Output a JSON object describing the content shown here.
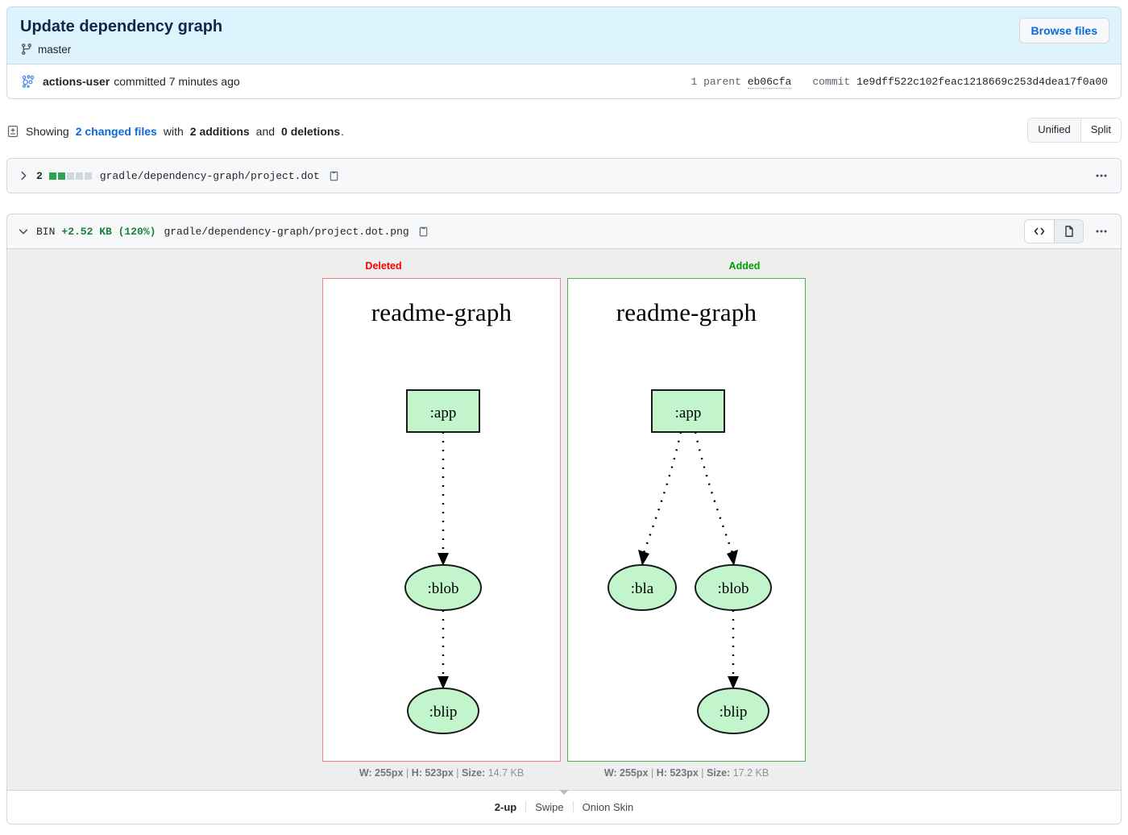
{
  "commit": {
    "title": "Update dependency graph",
    "branch": "master",
    "branch_icon": "git-branch-icon",
    "browse_files_label": "Browse files",
    "author": "actions-user",
    "author_icon": "bot-avatar-icon",
    "committed_text": "committed 7 minutes ago",
    "parent_label": "1 parent",
    "parent_sha": "eb06cfa",
    "commit_label": "commit",
    "commit_sha": "1e9dff522c102feac1218669c253d4dea17f0a00"
  },
  "summary": {
    "icon": "diff-icon",
    "showing": "Showing",
    "changed_files": "2 changed files",
    "with": "with",
    "additions": "2 additions",
    "and": "and",
    "deletions": "0 deletions",
    "period": ".",
    "view_modes": [
      {
        "label": "Unified",
        "active": true
      },
      {
        "label": "Split",
        "active": false
      }
    ]
  },
  "files": [
    {
      "chevron": "chevron-right-icon",
      "count": "2",
      "diffstat": {
        "added_blocks": 2,
        "neutral_blocks": 3
      },
      "path": "gradle/dependency-graph/project.dot",
      "copy_icon": "copy-icon",
      "kebab_icon": "kebab-horizontal-icon"
    },
    {
      "chevron": "chevron-down-icon",
      "bin_label": "BIN",
      "bin_delta": "+2.52 KB (120%)",
      "path": "gradle/dependency-graph/project.dot.png",
      "copy_icon": "copy-icon",
      "kebab_icon": "kebab-horizontal-icon",
      "view_buttons": [
        {
          "icon": "code-icon",
          "active": false
        },
        {
          "icon": "file-icon",
          "active": true
        }
      ]
    }
  ],
  "image_diff": {
    "deleted_label": "Deleted",
    "added_label": "Added",
    "deleted": {
      "graph_title": "readme-graph",
      "nodes": [
        {
          "label": ":app",
          "shape": "box"
        },
        {
          "label": ":blob",
          "shape": "ellipse"
        },
        {
          "label": ":blip",
          "shape": "ellipse"
        }
      ],
      "width": "W: 255px",
      "height": "H: 523px",
      "size_label": "Size:",
      "size": "14.7 KB"
    },
    "added": {
      "graph_title": "readme-graph",
      "nodes": [
        {
          "label": ":app",
          "shape": "box"
        },
        {
          "label": ":bla",
          "shape": "ellipse"
        },
        {
          "label": ":blob",
          "shape": "ellipse"
        },
        {
          "label": ":blip",
          "shape": "ellipse"
        }
      ],
      "width": "W: 255px",
      "height": "H: 523px",
      "size_label": "Size:",
      "size": "17.2 KB"
    },
    "compare_modes": [
      {
        "label": "2-up",
        "active": true
      },
      {
        "label": "Swipe",
        "active": false
      },
      {
        "label": "Onion Skin",
        "active": false
      }
    ]
  },
  "colors": {
    "header_bg": "#ddf4ff",
    "accent_blue": "#0969da",
    "add_green": "#1a7f37",
    "deleted_red": "#ff0000",
    "added_green": "#00a000",
    "node_fill": "#c2f5cb"
  }
}
